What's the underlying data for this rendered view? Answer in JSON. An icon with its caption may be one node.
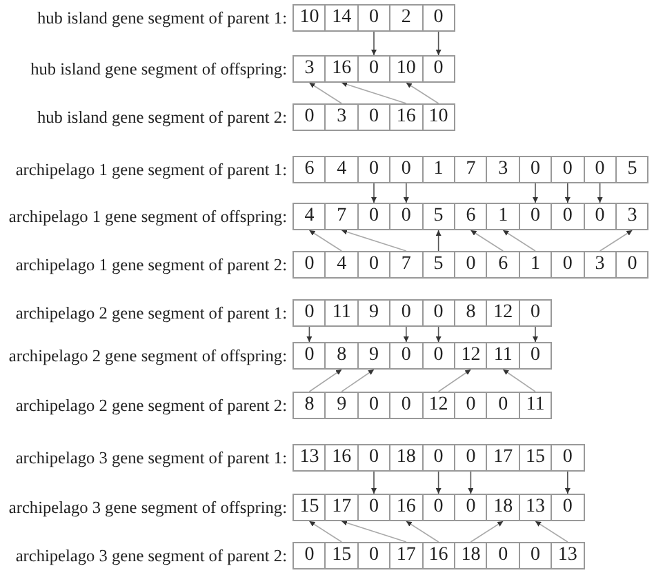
{
  "diagram": {
    "nodes": [
      {
        "text": [
          "10"
        ]
      },
      {
        "text": [
          "14"
        ]
      },
      {
        "text": [
          "0"
        ]
      },
      {
        "text": [
          "2"
        ]
      },
      {
        "text": [
          "0"
        ]
      },
      {
        "text": [
          "3"
        ]
      },
      {
        "text": [
          "16"
        ]
      },
      {
        "text": [
          "0"
        ]
      },
      {
        "text": [
          "10"
        ]
      },
      {
        "text": [
          "0"
        ]
      },
      {
        "text": [
          "0"
        ]
      },
      {
        "text": [
          "3"
        ]
      },
      {
        "text": [
          "0"
        ]
      },
      {
        "text": [
          "16"
        ]
      },
      {
        "text": [
          "10"
        ]
      },
      {
        "text": [
          "6"
        ]
      },
      {
        "text": [
          "4"
        ]
      },
      {
        "text": [
          "0"
        ]
      },
      {
        "text": [
          "0"
        ]
      },
      {
        "text": [
          "1"
        ]
      },
      {
        "text": [
          "7"
        ]
      },
      {
        "text": [
          "3"
        ]
      },
      {
        "text": [
          "0"
        ]
      },
      {
        "text": [
          "0"
        ]
      },
      {
        "text": [
          "0"
        ]
      },
      {
        "text": [
          "5"
        ]
      },
      {
        "text": [
          "4"
        ]
      },
      {
        "text": [
          "7"
        ]
      },
      {
        "text": [
          "0"
        ]
      },
      {
        "text": [
          "0"
        ]
      },
      {
        "text": [
          "5"
        ]
      },
      {
        "text": [
          "6"
        ]
      },
      {
        "text": [
          "1"
        ]
      },
      {
        "text": [
          "0"
        ]
      },
      {
        "text": [
          "0"
        ]
      },
      {
        "text": [
          "0"
        ]
      },
      {
        "text": [
          "3"
        ]
      },
      {
        "text": [
          "0"
        ]
      },
      {
        "text": [
          "4"
        ]
      },
      {
        "text": [
          "0"
        ]
      },
      {
        "text": [
          "7"
        ]
      },
      {
        "text": [
          "5"
        ]
      },
      {
        "text": [
          "0"
        ]
      },
      {
        "text": [
          "6"
        ]
      },
      {
        "text": [
          "1"
        ]
      },
      {
        "text": [
          "0"
        ]
      },
      {
        "text": [
          "3"
        ]
      },
      {
        "text": [
          "0"
        ]
      },
      {
        "text": [
          "0"
        ]
      },
      {
        "text": [
          "11"
        ]
      },
      {
        "text": [
          "9"
        ]
      },
      {
        "text": [
          "0"
        ]
      },
      {
        "text": [
          "0"
        ]
      },
      {
        "text": [
          "8"
        ]
      },
      {
        "text": [
          "12"
        ]
      },
      {
        "text": [
          "0"
        ]
      },
      {
        "text": [
          "0"
        ]
      },
      {
        "text": [
          "8"
        ]
      },
      {
        "text": [
          "9"
        ]
      },
      {
        "text": [
          "0"
        ]
      },
      {
        "text": [
          "0"
        ]
      },
      {
        "text": [
          "12"
        ]
      },
      {
        "text": [
          "11"
        ]
      },
      {
        "text": [
          "0"
        ]
      },
      {
        "text": [
          "8"
        ]
      },
      {
        "text": [
          "9"
        ]
      },
      {
        "text": [
          "0"
        ]
      },
      {
        "text": [
          "0"
        ]
      },
      {
        "text": [
          "12"
        ]
      },
      {
        "text": [
          "0"
        ]
      },
      {
        "text": [
          "0"
        ]
      },
      {
        "text": [
          "11"
        ]
      },
      {
        "text": [
          "13"
        ]
      },
      {
        "text": [
          "16"
        ]
      },
      {
        "text": [
          "0"
        ]
      },
      {
        "text": [
          "18"
        ]
      },
      {
        "text": [
          "0"
        ]
      },
      {
        "text": [
          "0"
        ]
      },
      {
        "text": [
          "17"
        ]
      },
      {
        "text": [
          "15"
        ]
      },
      {
        "text": [
          "0"
        ]
      },
      {
        "text": [
          "15"
        ]
      },
      {
        "text": [
          "17"
        ]
      },
      {
        "text": [
          "0"
        ]
      },
      {
        "text": [
          "16"
        ]
      },
      {
        "text": [
          "0"
        ]
      },
      {
        "text": [
          "0"
        ]
      },
      {
        "text": [
          "18"
        ]
      },
      {
        "text": [
          "13"
        ]
      },
      {
        "text": [
          "0"
        ]
      },
      {
        "text": [
          "0"
        ]
      },
      {
        "text": [
          "15"
        ]
      },
      {
        "text": [
          "0"
        ]
      },
      {
        "text": [
          "17"
        ]
      },
      {
        "text": [
          "16"
        ]
      },
      {
        "text": [
          "18"
        ]
      },
      {
        "text": [
          "0"
        ]
      },
      {
        "text": [
          "0"
        ]
      },
      {
        "text": [
          "13"
        ]
      }
    ],
    "edges": [
      {
        "from": 2,
        "to": 7,
        "arrow": "to"
      },
      {
        "from": 4,
        "to": 9,
        "arrow": "to"
      },
      {
        "from": 11,
        "to": 5,
        "arrow": "to"
      },
      {
        "from": 13,
        "to": 6,
        "arrow": "to"
      },
      {
        "from": 14,
        "to": 8,
        "arrow": "to"
      },
      {
        "from": 17,
        "to": 28,
        "arrow": "to"
      },
      {
        "from": 18,
        "to": 29,
        "arrow": "to"
      },
      {
        "from": 22,
        "to": 33,
        "arrow": "to"
      },
      {
        "from": 23,
        "to": 34,
        "arrow": "to"
      },
      {
        "from": 24,
        "to": 35,
        "arrow": "to"
      },
      {
        "from": 38,
        "to": 26,
        "arrow": "to"
      },
      {
        "from": 40,
        "to": 27,
        "arrow": "to"
      },
      {
        "from": 41,
        "to": 30,
        "arrow": "to"
      },
      {
        "from": 43,
        "to": 31,
        "arrow": "to"
      },
      {
        "from": 44,
        "to": 32,
        "arrow": "to"
      },
      {
        "from": 46,
        "to": 36,
        "arrow": "to"
      },
      {
        "from": 48,
        "to": 56,
        "arrow": "to"
      },
      {
        "from": 51,
        "to": 59,
        "arrow": "to"
      },
      {
        "from": 52,
        "to": 60,
        "arrow": "to"
      },
      {
        "from": 55,
        "to": 63,
        "arrow": "to"
      },
      {
        "from": 64,
        "to": 57,
        "arrow": "to"
      },
      {
        "from": 65,
        "to": 58,
        "arrow": "to"
      },
      {
        "from": 68,
        "to": 61,
        "arrow": "to"
      },
      {
        "from": 71,
        "to": 62,
        "arrow": "to"
      },
      {
        "from": 74,
        "to": 83,
        "arrow": "to"
      },
      {
        "from": 76,
        "to": 85,
        "arrow": "to"
      },
      {
        "from": 77,
        "to": 86,
        "arrow": "to"
      },
      {
        "from": 80,
        "to": 89,
        "arrow": "to"
      },
      {
        "from": 91,
        "to": 81,
        "arrow": "to"
      },
      {
        "from": 93,
        "to": 82,
        "arrow": "to"
      },
      {
        "from": 94,
        "to": 84,
        "arrow": "to"
      },
      {
        "from": 95,
        "to": 87,
        "arrow": "to"
      },
      {
        "from": 98,
        "to": 88,
        "arrow": "to"
      }
    ],
    "labels": [
      "hub island gene segment of parent 1:",
      "hub island gene segment of offspring:",
      "hub island gene segment of parent 2:",
      "archipelago 1 gene segment of parent 1:",
      "archipelago 1 gene segment of offspring:",
      "archipelago 1 gene segment of parent 2:",
      "archipelago 2 gene segment of parent 1:",
      "archipelago 2 gene segment of offspring:",
      "archipelago 2 gene segment of parent 2:",
      "archipelago 3 gene segment of parent 1:",
      "archipelago 3 gene segment of offspring:",
      "archipelago 3 gene segment of parent 2:"
    ]
  }
}
